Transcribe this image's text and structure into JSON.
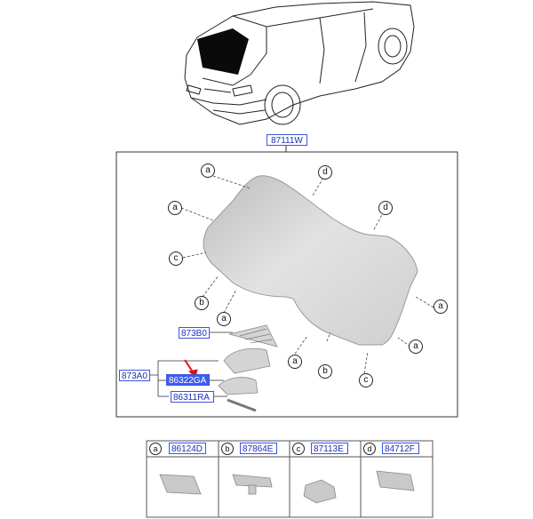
{
  "diagram": {
    "main_part_number": "87111W",
    "part_labels": {
      "p873B0": "873B0",
      "p873A0": "873A0",
      "p86322": "86322GA",
      "p86311": "86311RA"
    },
    "callouts": [
      "a",
      "b",
      "c",
      "d"
    ],
    "legend": [
      {
        "letter": "a",
        "part_number": "86124D"
      },
      {
        "letter": "b",
        "part_number": "87864E"
      },
      {
        "letter": "c",
        "part_number": "87113E"
      },
      {
        "letter": "d",
        "part_number": "84712F"
      }
    ],
    "colors": {
      "label_border": "#3b55e0",
      "label_text": "#1d2fb8",
      "label_highlight": "#3c5cf0",
      "arrow": "#e01010",
      "glass": "#d9d9d9"
    }
  }
}
